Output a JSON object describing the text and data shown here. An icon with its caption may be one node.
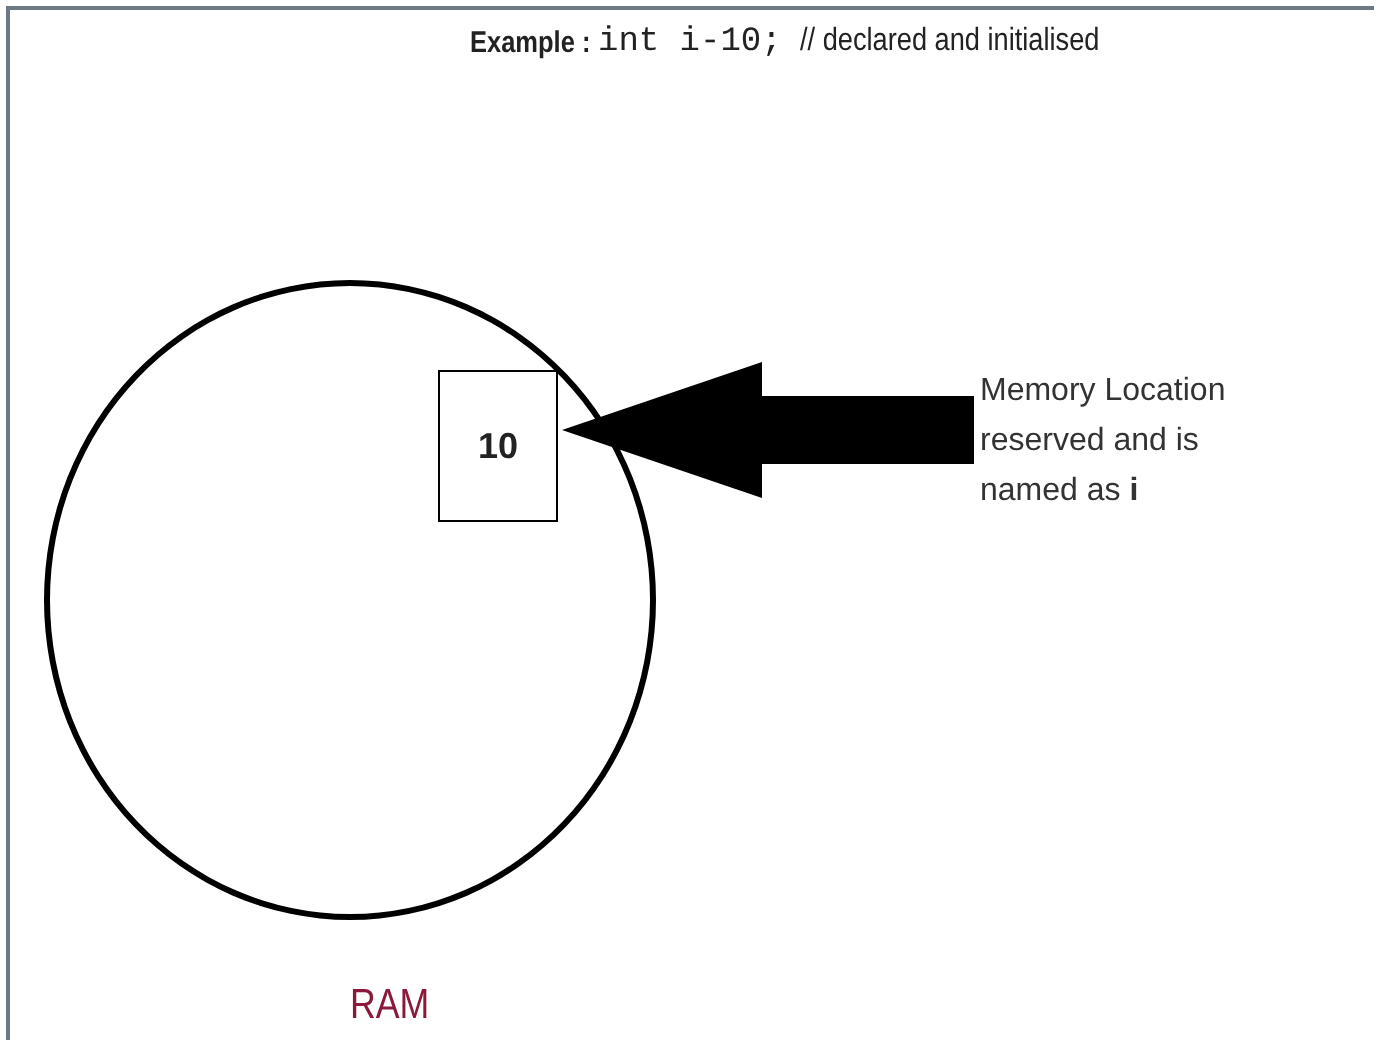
{
  "diagram": {
    "nodes": [
      {
        "text": [
          "RAM"
        ]
      },
      {
        "text": [
          "10"
        ],
        "in": 0
      },
      {
        "text": [
          "Memory Location reserved and is named as **i**"
        ]
      }
    ],
    "edges": [
      {
        "from": 2,
        "to": 1,
        "arrow": "to"
      }
    ],
    "labels": [
      "Example :",
      "int i-10;",
      "// declared and initialised"
    ]
  }
}
